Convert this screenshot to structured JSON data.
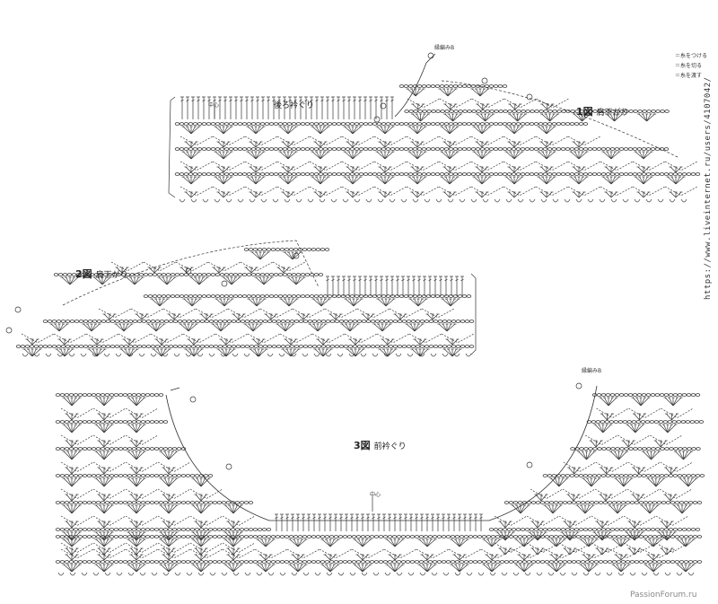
{
  "diagram": {
    "fig1": {
      "num": "1図",
      "title": "肩下がり"
    },
    "fig2": {
      "num": "2図",
      "title": "肩下がり"
    },
    "fig3": {
      "num": "3図",
      "title": "前衿ぐり"
    },
    "back_neck": "後ろ衿ぐり",
    "center": "中心",
    "edge_a": "縁編みB",
    "edge_b": "縁編みB",
    "legend": [
      "＝糸をつける",
      "＝糸を切る",
      "＝糸を渡す"
    ],
    "url_vertical": "https://www.liveinternet.ru/users/4107042/",
    "watermark": "PassionForum.ru",
    "colors": {
      "ink": "#333333",
      "paper": "#ffffff"
    }
  }
}
